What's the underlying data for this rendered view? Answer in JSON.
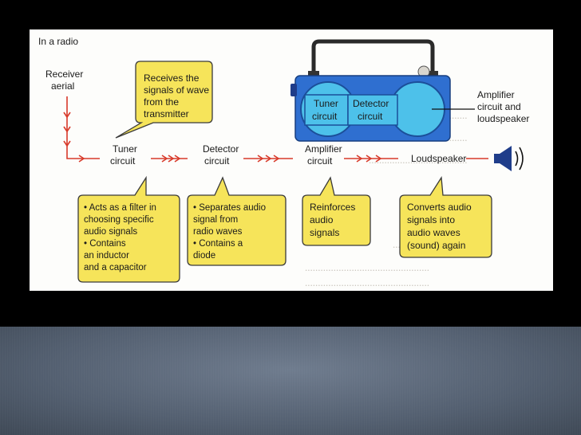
{
  "figure": {
    "title": "In a radio",
    "receiver_aerial": [
      "Receiver",
      "aerial"
    ],
    "stages": [
      {
        "label": [
          "Tuner",
          "circuit"
        ]
      },
      {
        "label": [
          "Detector",
          "circuit"
        ]
      },
      {
        "label": [
          "Amplifier",
          "circuit"
        ]
      },
      {
        "label": [
          "Loudspeaker"
        ]
      }
    ],
    "callout_top": [
      "Receives the",
      "signals of wave",
      "from the",
      "transmitter"
    ],
    "callouts_bottom": [
      [
        "• Acts as a filter in",
        "  choosing specific",
        "  audio signals",
        "• Contains",
        "  an inductor",
        "  and a capacitor"
      ],
      [
        "• Separates audio",
        "  signal from",
        "  radio waves",
        "• Contains a",
        "  diode"
      ],
      [
        "Reinforces",
        "audio",
        "signals"
      ],
      [
        "Converts audio",
        "signals into",
        "audio waves",
        "(sound) again"
      ]
    ],
    "radio": {
      "tuner": [
        "Tuner",
        "circuit"
      ],
      "detector": [
        "Detector",
        "circuit"
      ],
      "amplifier_label": [
        "Amplifier",
        "circuit and",
        "loudspeaker"
      ]
    },
    "colors": {
      "callout_fill": "#f6e45a",
      "callout_stroke": "#3a3a3a",
      "radio_blue": "#2f6fd0",
      "wave_red": "#d83a2a"
    }
  }
}
